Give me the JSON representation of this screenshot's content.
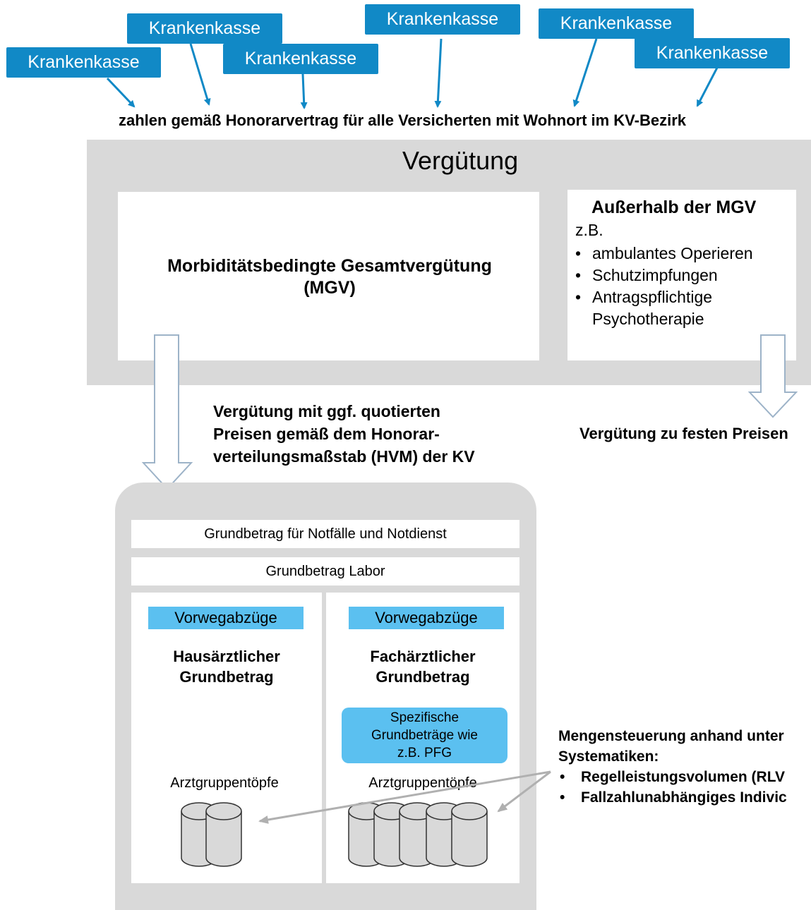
{
  "colors": {
    "insurer_blue": "#1189c6",
    "light_blue": "#5bc0f0",
    "panel_grey": "#d9d9d9",
    "arrow_outline": "#9db3c8"
  },
  "insurers": [
    "Krankenkasse",
    "Krankenkasse",
    "Krankenkasse",
    "Krankenkasse",
    "Krankenkasse",
    "Krankenkasse"
  ],
  "payment_line": "zahlen gemäß Honorarvertrag für alle Versicherten mit Wohnort im KV-Bezirk",
  "verguetung": {
    "title": "Vergütung",
    "mgv_line1": "Morbiditätsbedingte Gesamtvergütung",
    "mgv_line2": "(MGV)",
    "outside": {
      "title": "Außerhalb der MGV",
      "intro": "z.B.",
      "items": [
        "ambulantes Operieren",
        "Schutzimpfungen",
        "Antragspflichtige Psychotherapie"
      ]
    }
  },
  "hvm_text": {
    "line1": "Vergütung mit ggf. quotierten",
    "line2": "Preisen gemäß dem Honorar-",
    "line3": "verteilungsmaßstab (HVM) der KV"
  },
  "fixed_prices": "Vergütung zu festen Preisen",
  "distribution": {
    "notfall": "Grundbetrag für Notfälle und Notdienst",
    "labor": "Grundbetrag Labor",
    "haus": {
      "vorweg": "Vorwegabzüge",
      "title_line1": "Hausärztlicher",
      "title_line2": "Grundbetrag",
      "pots": "Arztgruppentöpfe"
    },
    "fach": {
      "vorweg": "Vorwegabzüge",
      "title_line1": "Fachärztlicher",
      "title_line2": "Grundbetrag",
      "specific_line1": "Spezifische",
      "specific_line2": "Grundbeträge wie",
      "specific_line3": "z.B. PFG",
      "pots": "Arztgruppentöpfe"
    }
  },
  "steering": {
    "line1": "Mengensteuerung anhand unter",
    "line2": "Systematiken:",
    "items": [
      "Regelleistungsvolumen (RLV",
      "Fallzahlunabhängiges Indivic"
    ]
  }
}
